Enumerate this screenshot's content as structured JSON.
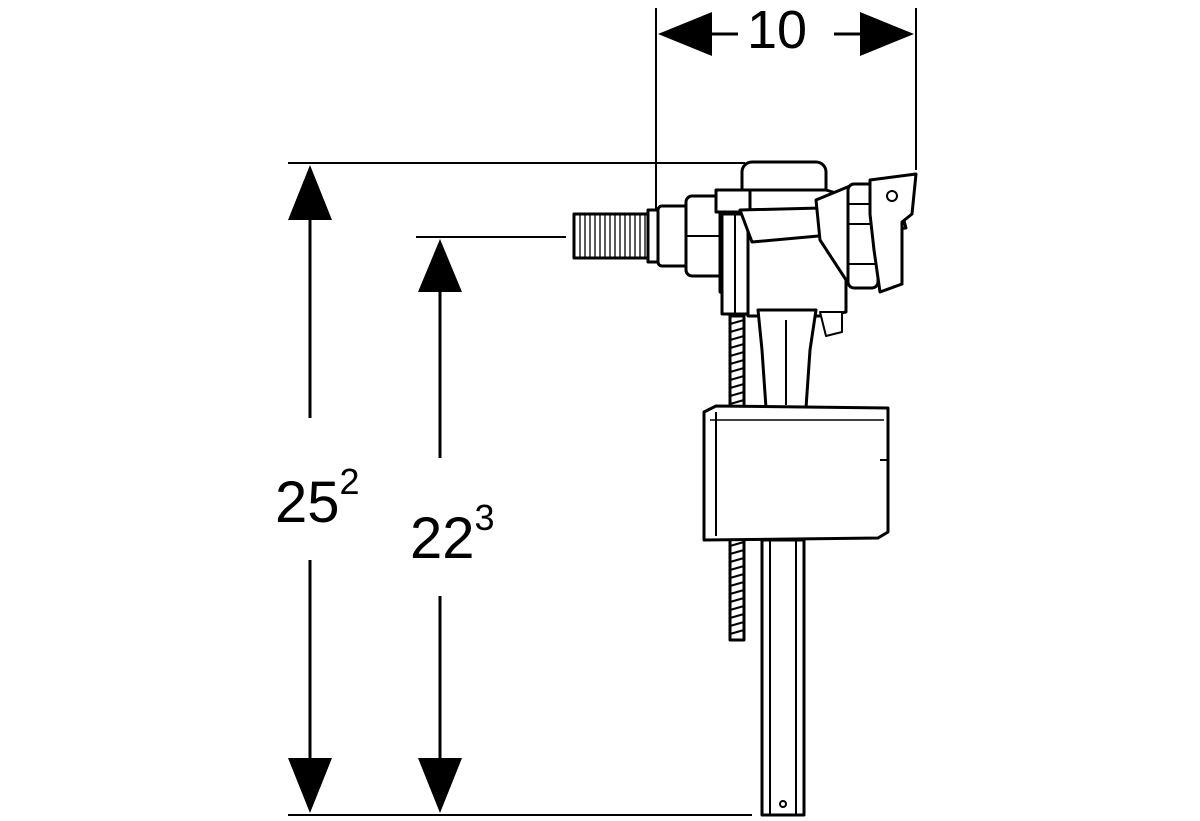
{
  "dimensions": {
    "width_label": "10",
    "total_height": {
      "main": "25",
      "sup": "2"
    },
    "inlet_height": {
      "main": "22",
      "sup": "3"
    }
  },
  "colors": {
    "line": "#000000",
    "background": "#ffffff"
  }
}
